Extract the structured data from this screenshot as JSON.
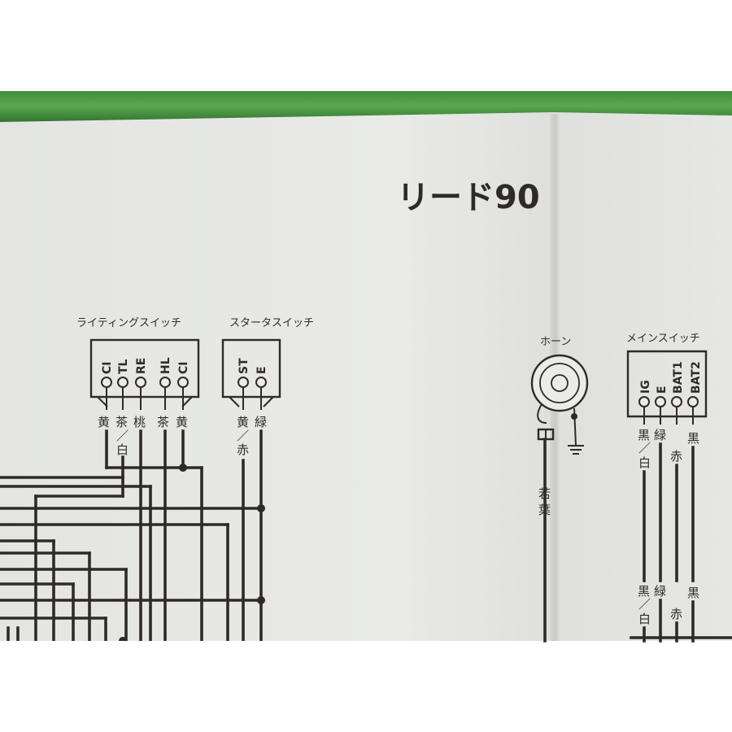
{
  "title": "リード90",
  "lighting_switch": {
    "label": "ライティングスイッチ",
    "pins": [
      "CI",
      "TL",
      "RE",
      "HL",
      "CI"
    ],
    "colors": [
      "黄",
      "茶",
      "桃",
      "茶",
      "黄"
    ],
    "sub_color": "白"
  },
  "starter_switch": {
    "label": "スタータスイッチ",
    "pins": [
      "ST",
      "E"
    ],
    "colors": [
      "黄",
      "緑"
    ],
    "sub_color": "赤"
  },
  "horn": {
    "label": "ホーン",
    "wire_color": [
      "若",
      "葉"
    ]
  },
  "main_switch": {
    "label": "メインスイッチ",
    "pins": [
      "IG",
      "E",
      "BAT1",
      "BAT2"
    ],
    "colors": [
      "黒",
      "緑",
      "赤",
      "黒"
    ],
    "sub_color": "白"
  },
  "slash": "／",
  "colors": {
    "ink": "#2e2a2a",
    "paper": "#e8e9e7",
    "foliage": "#4a9a45"
  }
}
